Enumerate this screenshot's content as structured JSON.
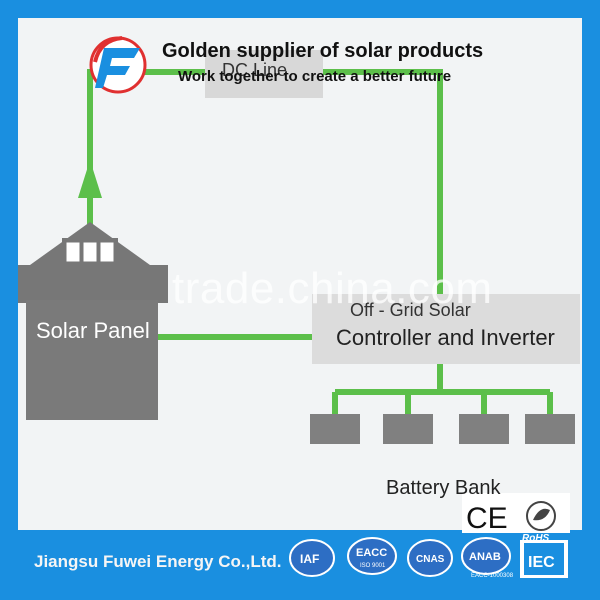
{
  "header": {
    "headline": "Golden supplier of solar products",
    "tagline": "Work together to create a better future"
  },
  "diagram": {
    "dc_line_label": "DC Line",
    "solar_panel_label": "Solar Panel",
    "controller_label_top": "Off - Grid Solar",
    "controller_label_main": "Controller and Inverter",
    "battery_label": "Battery Bank",
    "watermark": "trade.china.com",
    "wire_color": "#5cbf4a"
  },
  "footer": {
    "company": "Jiangsu Fuwei Energy Co.,Ltd.",
    "certs": {
      "ce": "CE",
      "rohs": "RoHS",
      "iaf": "IAF",
      "eacc": "EACC",
      "eacc_sub": "ISO 9001",
      "cnas": "CNAS",
      "anab": "ANAB",
      "anab_sub": "EACC-1000308",
      "iec": "IEC"
    }
  },
  "colors": {
    "frame": "#1a8fe0",
    "background": "#f2f4f5",
    "wire": "#5cbf4a",
    "panel": "#7a7a7a",
    "boxes": "#808080",
    "controller_box": "#dcdcdc"
  }
}
